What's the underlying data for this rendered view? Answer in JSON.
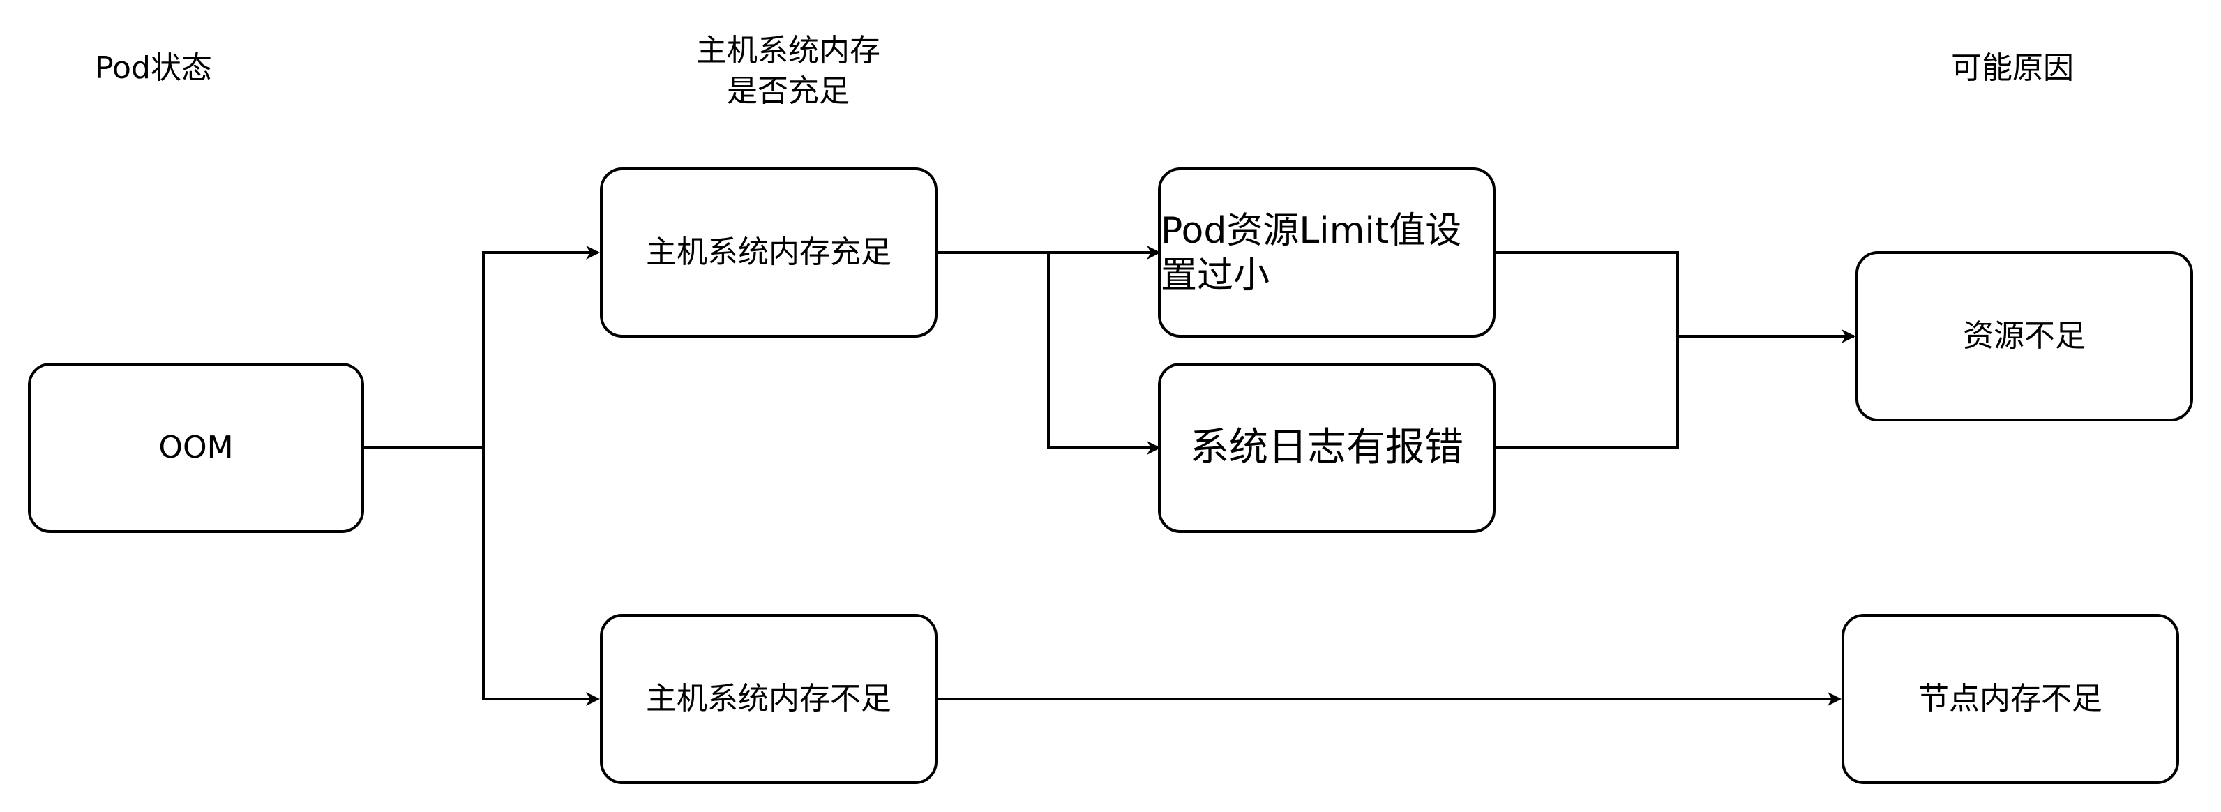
{
  "headers": {
    "pod_status": "Pod状态",
    "memory_enough_line1": "主机系统内存",
    "memory_enough_line2": "是否充足",
    "possible_cause": "可能原因"
  },
  "nodes": {
    "oom": "OOM",
    "memory_sufficient": "主机系统内存充足",
    "memory_insufficient": "主机系统内存不足",
    "limit_too_small_line1": "Pod资源Limit值设",
    "limit_too_small_line2": "置过小",
    "system_log_error": "系统日志有报错",
    "resource_shortage": "资源不足",
    "node_memory_shortage": "节点内存不足"
  }
}
